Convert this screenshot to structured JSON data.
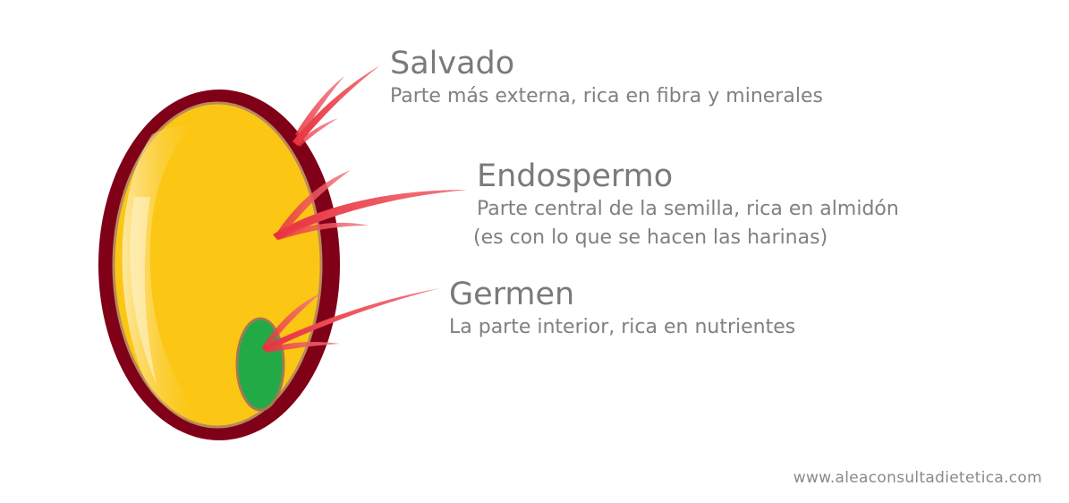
{
  "parts": {
    "salvado": {
      "title": "Salvado",
      "description": "Parte más externa, rica en fibra y minerales"
    },
    "endospermo": {
      "title": "Endospermo",
      "description_line1": "Parte central de la semilla, rica en almidón",
      "description_line2": "(es con lo que se hacen las harinas)"
    },
    "germen": {
      "title": "Germen",
      "description": "La parte interior, rica en nutrientes"
    }
  },
  "watermark": "www.aleaconsultadietetica.com",
  "colors": {
    "bran": "#800018",
    "bran_edge": "#b07a55",
    "endosperm": "#fcc614",
    "endosperm_highlight": "#fbe6a0",
    "germ": "#22aa47",
    "germ_edge": "#a07a55",
    "arrow": "#e8404a",
    "text": "#7b7b7b"
  }
}
